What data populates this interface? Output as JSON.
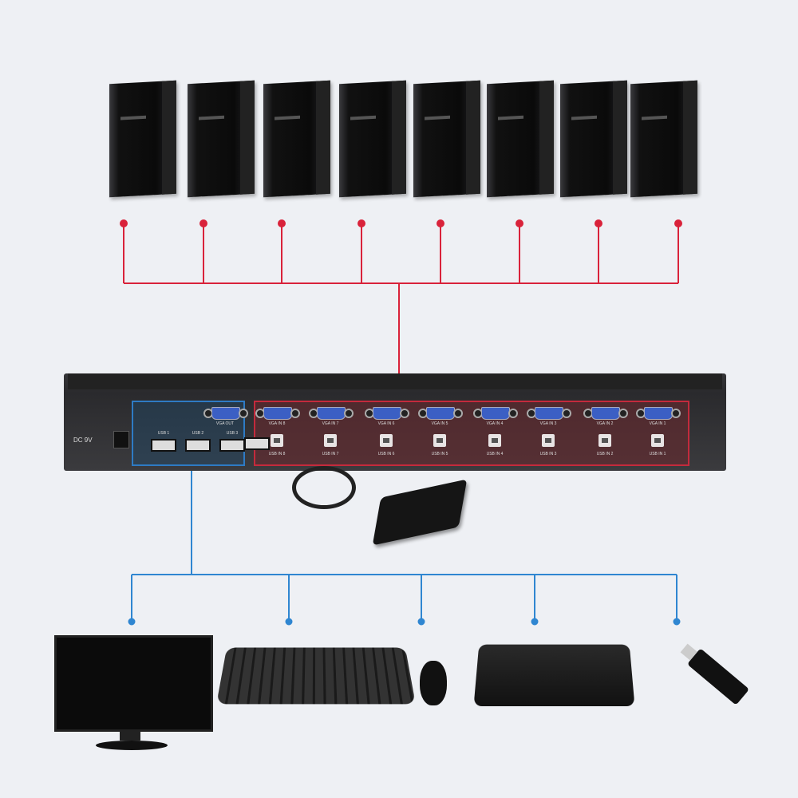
{
  "title": "8-port VGA USB KVM switch connection diagram",
  "colors": {
    "pc_link": "#d9223a",
    "peripheral_link": "#2f86d1",
    "background": "#eef0f4"
  },
  "computers": [
    "pc-1",
    "pc-2",
    "pc-3",
    "pc-4",
    "pc-5",
    "pc-6",
    "pc-7",
    "pc-8"
  ],
  "kvm": {
    "power_label": "DC 9V",
    "console_ports": {
      "vga_out": "VGA OUT",
      "usb": [
        "USB 1",
        "USB 2",
        "USB 3"
      ]
    },
    "inputs": [
      {
        "vga": "VGA IN 8",
        "usb": "USB IN 8"
      },
      {
        "vga": "VGA IN 7",
        "usb": "USB IN 7"
      },
      {
        "vga": "VGA IN 6",
        "usb": "USB IN 6"
      },
      {
        "vga": "VGA IN 5",
        "usb": "USB IN 5"
      },
      {
        "vga": "VGA IN 4",
        "usb": "USB IN 4"
      },
      {
        "vga": "VGA IN 3",
        "usb": "USB IN 3"
      },
      {
        "vga": "VGA IN 2",
        "usb": "USB IN 2"
      },
      {
        "vga": "VGA IN 1",
        "usb": "USB IN 1"
      }
    ]
  },
  "peripherals": [
    "monitor",
    "keyboard",
    "mouse",
    "printer",
    "usb-flash-drive"
  ]
}
